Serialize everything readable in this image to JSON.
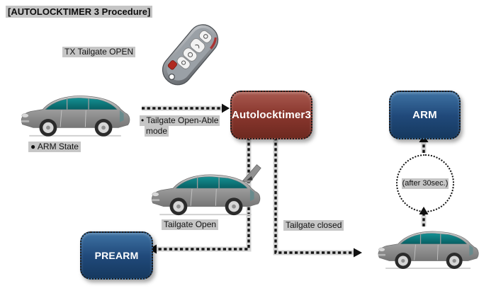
{
  "title": "[AUTOLOCKTIMER 3 Procedure]",
  "diagram": {
    "labels": {
      "key_tx": "TX Tailgate OPEN",
      "arm_state": "● ARM State",
      "open_able_line1": "• Tailgate Open-Able",
      "open_able_line2": "mode",
      "tailgate_open": "Tailgate Open",
      "tailgate_closed": "Tailgate closed",
      "after_30sec": "(after 30sec.)"
    },
    "nodes": {
      "autolocktimer3": {
        "label": "Autolocktimer3",
        "color": "#8a372e"
      },
      "arm": {
        "label": "ARM",
        "color": "#20497a"
      },
      "prearm": {
        "label": "PREARM",
        "color": "#20497a"
      }
    },
    "colors": {
      "highlight_gray": "#a3a3a3",
      "connector_black": "#161616",
      "car_body_gray": "#9b9b9b",
      "car_glass_teal": "#0e7d80"
    },
    "icons": {
      "smart_key": "smart-key-fob-icon",
      "car_left": "car-side-icon",
      "car_middle": "car-tailgate-open-icon",
      "car_bottom_right": "car-side-icon"
    }
  }
}
